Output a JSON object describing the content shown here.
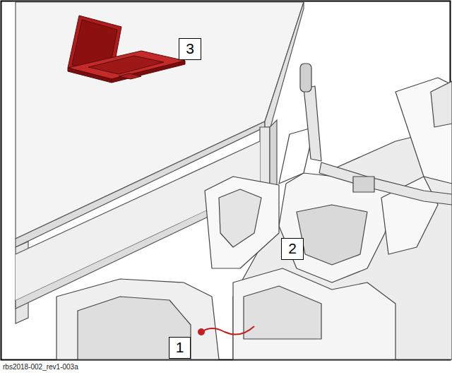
{
  "diagram": {
    "labels": [
      "3",
      "2",
      "1",
      "rbs2018-002_rev1-003a"
    ]
  }
}
